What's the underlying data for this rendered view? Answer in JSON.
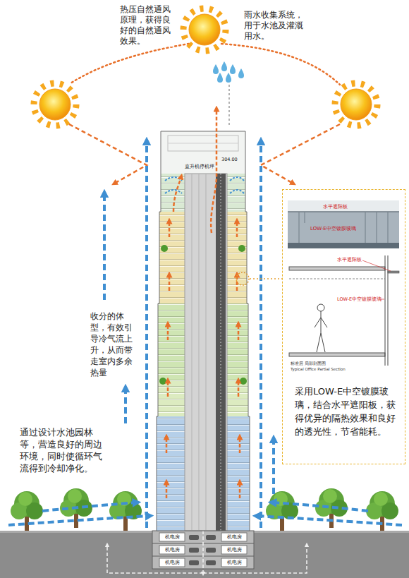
{
  "diagram": {
    "nodes": [
      {
        "text": [
          "直升机停机坪",
          "304.00"
        ]
      },
      {
        "text": [
          "采用LOW-E中空镀膜玻璃，结合水平遮阳板，获得优异的隔热效果和良好的透光性，节省能耗。"
        ]
      }
    ],
    "edges": [
      {
        "from": 0,
        "to": 1,
        "arrow": "none"
      }
    ],
    "labels": [
      "热压自然通风原理，获得良好的自然通风效果。",
      "雨水收集系统，用于水池及灌溉用水。",
      "收分的体型，有效引导冷气流上升，从而带走室内多余热量",
      "通过设计水池园林等，营造良好的周边环境，同时使循环气流得到冷却净化。",
      "水平遮阳板",
      "LOW-E中空镀膜玻璃",
      "水平遮阳板",
      "LOW-E中空镀膜玻璃",
      "标准层 局部剖面图",
      "Typical Office Partial Section",
      "机电房",
      "机电房",
      "机电房",
      "机电房",
      "机电房",
      "机电房"
    ]
  }
}
